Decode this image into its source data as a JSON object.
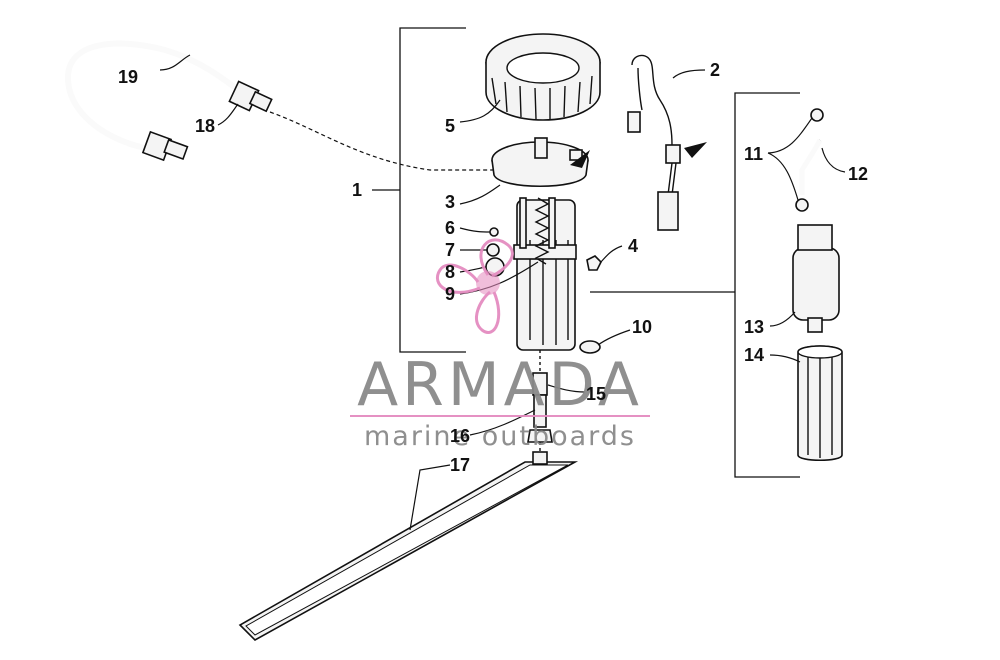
{
  "callouts": {
    "c1": "1",
    "c2": "2",
    "c3": "3",
    "c4": "4",
    "c5": "5",
    "c6": "6",
    "c7": "7",
    "c8": "8",
    "c9": "9",
    "c10": "10",
    "c11": "11",
    "c12": "12",
    "c13": "13",
    "c14": "14",
    "c15": "15",
    "c16": "16",
    "c17": "17",
    "c18": "18",
    "c19": "19"
  },
  "watermark": {
    "brand": "ARMADA",
    "tagline": "marine outboards",
    "logo": "propeller-logo",
    "accent_color": "#e48cc0",
    "text_color": "#8a8a8a"
  }
}
